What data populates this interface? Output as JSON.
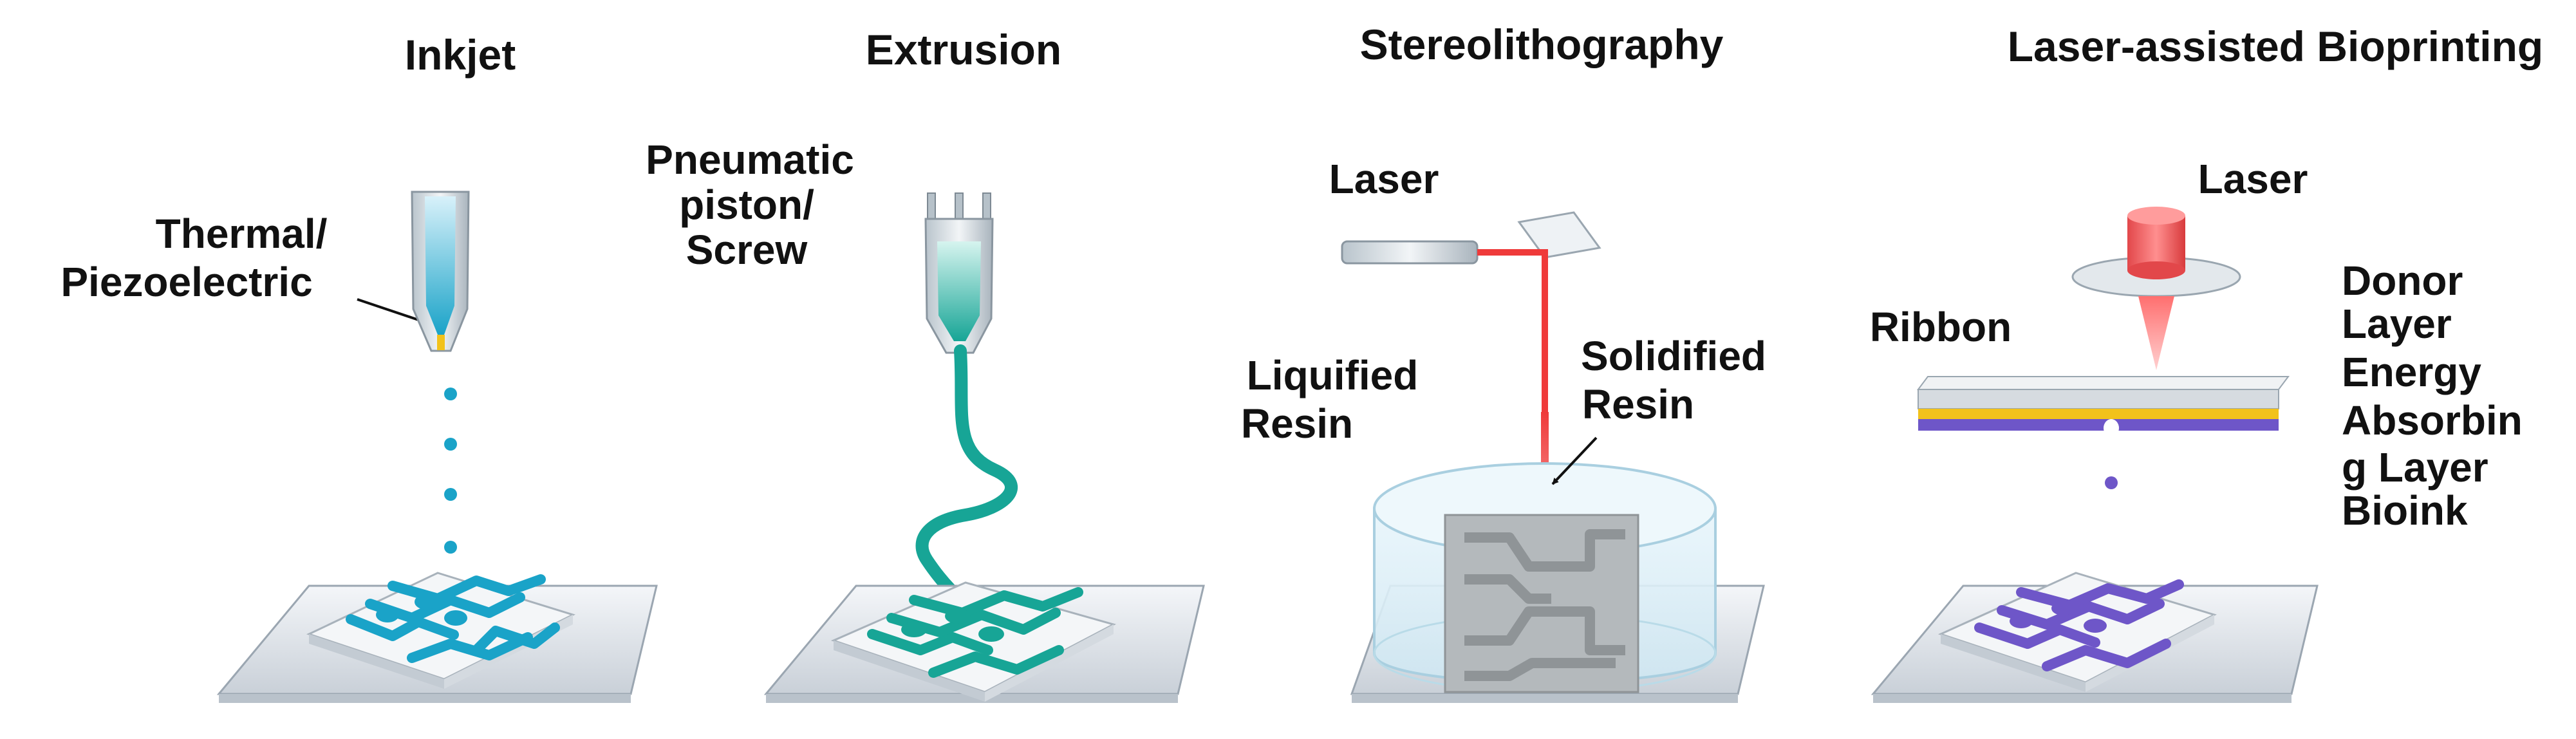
{
  "colors": {
    "inkjet": "#1aa3c8",
    "extrusion": "#17a596",
    "resin": "#8f9497",
    "laser": "#ef3a3a",
    "bioink": "#6e56c8",
    "energy_layer": "#f2c21b",
    "glass": "#dfe4ea"
  },
  "panels": {
    "inkjet": {
      "title": "Inkjet",
      "label_line1": "Thermal/",
      "label_line2": "Piezoelectric"
    },
    "extrusion": {
      "title": "Extrusion",
      "label_line1": "Pneumatic",
      "label_line2": "piston/",
      "label_line3": "Screw"
    },
    "stereolithography": {
      "title": "Stereolithography",
      "laser": "Laser",
      "liquid_line1": "Liquified",
      "liquid_line2": "Resin",
      "solid_line1": "Solidified",
      "solid_line2": "Resin"
    },
    "laser_assisted": {
      "title": "Laser-assisted Bioprinting",
      "laser": "Laser",
      "ribbon": "Ribbon",
      "layers": [
        "Donor",
        "Layer",
        "Energy",
        "Absorbin",
        "g Layer",
        "Bioink"
      ]
    }
  }
}
